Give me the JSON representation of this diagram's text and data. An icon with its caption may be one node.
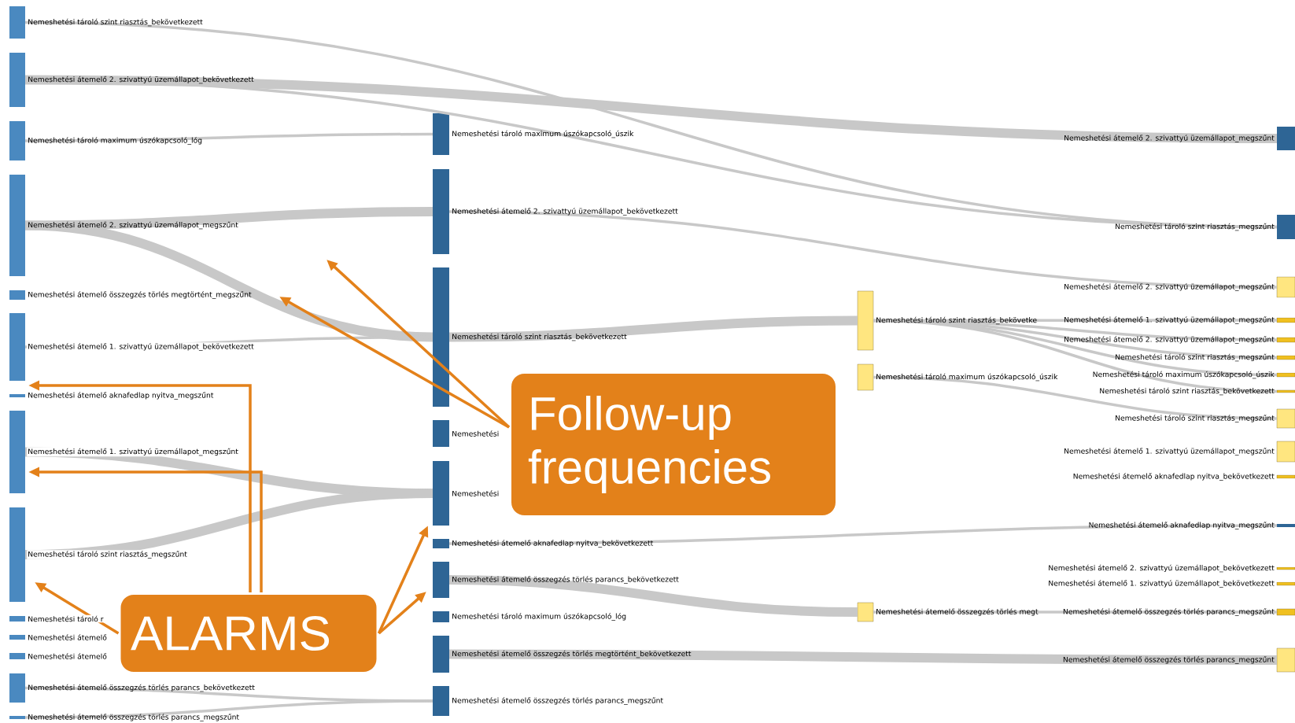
{
  "diagram": {
    "nodes": [
      {
        "text": [
          "Nemeshetési tároló szint riasztás_bekövetkezett"
        ]
      },
      {
        "text": [
          "Nemeshetési átemelő 2. szivattyú üzemállapot_bekövetkezett"
        ]
      },
      {
        "text": [
          "Nemeshetési tároló maximum úszókapcsoló_lóg"
        ]
      },
      {
        "text": [
          "Nemeshetési átemelő 2. szivattyú üzemállapot_megszűnt"
        ]
      },
      {
        "text": [
          "Nemeshetési átemelő összegzés törlés megtörtént_megszűnt"
        ]
      },
      {
        "text": [
          "Nemeshetési átemelő 1. szivattyú üzemállapot_bekövetkezett"
        ]
      },
      {
        "text": [
          "Nemeshetési átemelő aknafedlap nyitva_megszűnt"
        ]
      },
      {
        "text": [
          "Nemeshetési átemelő 1. szivattyú üzemállapot_megszűnt"
        ]
      },
      {
        "text": [
          "Nemeshetési tároló szint riasztás_megszűnt"
        ]
      },
      {
        "text": [
          "Nemeshetési tároló r"
        ]
      },
      {
        "text": [
          "Nemeshetési átemelő"
        ]
      },
      {
        "text": [
          "Nemeshetési átemelő"
        ]
      },
      {
        "text": [
          "Nemeshetési átemelő összegzés törlés parancs_bekövetkezett"
        ]
      },
      {
        "text": [
          "Nemeshetési átemelő összegzés törlés parancs_megszűnt"
        ]
      },
      {
        "text": [
          "Nemeshetési tároló maximum úszókapcsoló_úszik"
        ]
      },
      {
        "text": [
          "Nemeshetési átemelő 2. szivattyú üzemállapot_bekövetkezett"
        ]
      },
      {
        "text": [
          "Nemeshetési tároló szint riasztás_bekövetkezett"
        ]
      },
      {
        "text": [
          "Nemeshetési"
        ]
      },
      {
        "text": [
          "Nemeshetési"
        ]
      },
      {
        "text": [
          "Nemeshetési átemelő aknafedlap nyitva_bekövetkezett"
        ]
      },
      {
        "text": [
          "Nemeshetési átemelő összegzés törlés parancs_bekövetkezett"
        ]
      },
      {
        "text": [
          "Nemeshetési tároló maximum úszókapcsoló_lóg"
        ]
      },
      {
        "text": [
          "Nemeshetési átemelő összegzés törlés megtörtént_bekövetkezett"
        ]
      },
      {
        "text": [
          "Nemeshetési átemelő összegzés törlés parancs_megszűnt"
        ]
      },
      {
        "text": [
          "Nemeshetési tároló szint riasztás_bekövetke"
        ]
      },
      {
        "text": [
          "Nemeshetési tároló maximum úszókapcsoló_úszik"
        ]
      },
      {
        "text": [
          "Nemeshetési átemelő összegzés törlés megt"
        ]
      },
      {
        "text": [
          "Nemeshetési átemelő 2. szivattyú üzemállapot_megszűnt"
        ]
      },
      {
        "text": [
          "Nemeshetési tároló szint riasztás_megszűnt"
        ]
      },
      {
        "text": [
          "Nemeshetési átemelő 2. szivattyú üzemállapot_megszűnt"
        ]
      },
      {
        "text": [
          "Nemeshetési átemelő 1. szivattyú üzemállapot_megszűnt"
        ]
      },
      {
        "text": [
          "Nemeshetési átemelő 2. szivattyú üzemállapot_megszűnt"
        ]
      },
      {
        "text": [
          "Nemeshetési tároló szint riasztás_megszűnt"
        ]
      },
      {
        "text": [
          "Nemeshetési tároló maximum úszókapcsoló_úszik"
        ]
      },
      {
        "text": [
          "Nemeshetési tároló szint riasztás_bekövetkezett"
        ]
      },
      {
        "text": [
          "Nemeshetési tároló szint riasztás_megszűnt"
        ]
      },
      {
        "text": [
          "Nemeshetési átemelő 1. szivattyú üzemállapot_megszűnt"
        ]
      },
      {
        "text": [
          "Nemeshetési átemelő aknafedlap nyitva_bekövetkezett"
        ]
      },
      {
        "text": [
          "Nemeshetési átemelő aknafedlap nyitva_megszűnt"
        ]
      },
      {
        "text": [
          "Nemeshetési átemelő 2. szivattyú üzemállapot_bekövetkezett"
        ]
      },
      {
        "text": [
          "Nemeshetési átemelő 1. szivattyú üzemállapot_bekövetkezett"
        ]
      },
      {
        "text": [
          "Nemeshetési átemelő összegzés törlés parancs_megszűnt"
        ]
      },
      {
        "text": [
          "Nemeshetési átemelő összegzés törlés parancs_megszűnt"
        ]
      },
      {
        "text": [
          "ALARMS"
        ]
      },
      {
        "text": [
          "Follow-up frequencies"
        ]
      }
    ],
    "edges": [
      {
        "from": 0,
        "to": 28,
        "arrow": "none"
      },
      {
        "from": 1,
        "to": 27,
        "arrow": "none",
        "style": "thick"
      },
      {
        "from": 1,
        "to": 28,
        "arrow": "none"
      },
      {
        "from": 2,
        "to": 14,
        "arrow": "none"
      },
      {
        "from": 3,
        "to": 15,
        "arrow": "none",
        "style": "thick"
      },
      {
        "from": 3,
        "to": 16,
        "arrow": "none",
        "style": "thick"
      },
      {
        "from": 5,
        "to": 16,
        "arrow": "none"
      },
      {
        "from": 7,
        "to": 18,
        "arrow": "none",
        "style": "thick"
      },
      {
        "from": 8,
        "to": 18,
        "arrow": "none",
        "style": "thick"
      },
      {
        "from": 12,
        "to": 23,
        "arrow": "none"
      },
      {
        "from": 13,
        "to": 23,
        "arrow": "none"
      },
      {
        "from": 16,
        "to": 24,
        "arrow": "none",
        "style": "thick"
      },
      {
        "from": 15,
        "to": 29,
        "arrow": "none"
      },
      {
        "from": 24,
        "to": 30,
        "arrow": "none"
      },
      {
        "from": 24,
        "to": 31,
        "arrow": "none"
      },
      {
        "from": 24,
        "to": 32,
        "arrow": "none"
      },
      {
        "from": 24,
        "to": 33,
        "arrow": "none"
      },
      {
        "from": 24,
        "to": 34,
        "arrow": "none"
      },
      {
        "from": 25,
        "to": 35,
        "arrow": "none"
      },
      {
        "from": 19,
        "to": 38,
        "arrow": "none"
      },
      {
        "from": 20,
        "to": 26,
        "arrow": "none",
        "style": "thick"
      },
      {
        "from": 26,
        "to": 41,
        "arrow": "none"
      },
      {
        "from": 22,
        "to": 42,
        "arrow": "none",
        "style": "thick"
      },
      {
        "from": 43,
        "to": 5,
        "arrow": "to",
        "color": "#e3811a"
      },
      {
        "from": 43,
        "to": 7,
        "arrow": "to",
        "color": "#e3811a"
      },
      {
        "from": 43,
        "to": 8,
        "arrow": "to",
        "color": "#e3811a"
      },
      {
        "from": 43,
        "to": 18,
        "arrow": "to",
        "color": "#e3811a"
      },
      {
        "from": 43,
        "to": 20,
        "arrow": "to",
        "color": "#e3811a"
      },
      {
        "from": 44,
        "to": null,
        "arrow": "to",
        "color": "#e3811a"
      },
      {
        "from": 44,
        "to": null,
        "arrow": "to",
        "color": "#e3811a"
      }
    ]
  }
}
